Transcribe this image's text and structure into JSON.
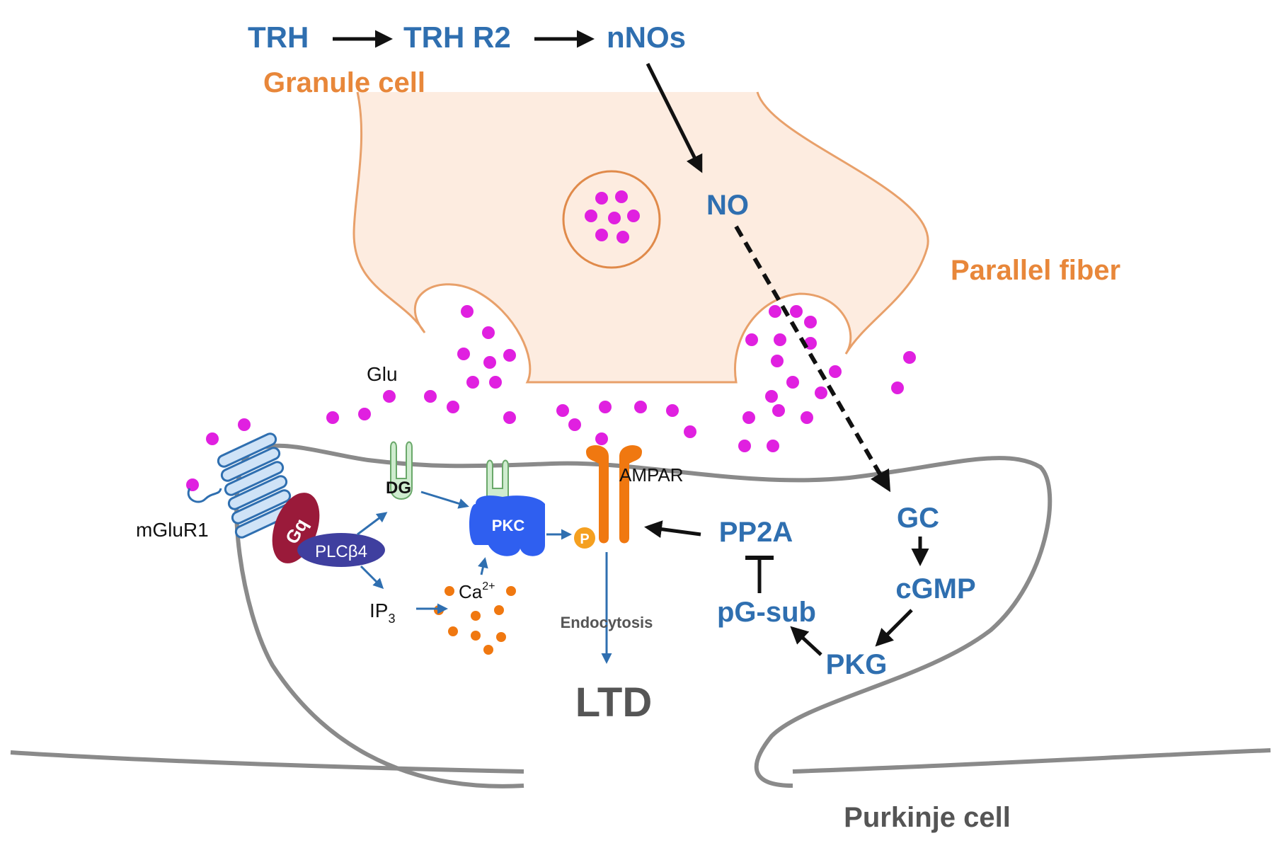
{
  "pathway_top": {
    "trh": "TRH",
    "trh_r2": "TRH R2",
    "nnos": "nNOs",
    "no": "NO"
  },
  "cells": {
    "granule": "Granule cell",
    "parallel_fiber": "Parallel fiber",
    "purkinje": "Purkinje cell"
  },
  "molecules": {
    "glu": "Glu",
    "mglur1": "mGluR1",
    "gq": "Gq",
    "plcb4": "PLCβ4",
    "dg": "DG",
    "pkc": "PKC",
    "ip3_base": "IP",
    "ip3_sub": "3",
    "ca_base": "Ca",
    "ca_sup": "2+",
    "ampar": "AMPAR",
    "phospho": "P",
    "endocytosis": "Endocytosis",
    "ltd": "LTD"
  },
  "pathway_right": {
    "gc": "GC",
    "cgmp": "cGMP",
    "pkg": "PKG",
    "pg_sub": "pG-sub",
    "pp2a": "PP2A"
  },
  "colors": {
    "pathway_blue": "#2f6fb0",
    "cell_orange": "#e8873a",
    "granule_fill": "#fdece0",
    "glutamate_magenta": "#e020e0",
    "membrane_gray": "#8a8a8a",
    "ampar_orange": "#f07810",
    "pkc_blue": "#2f5ff0",
    "plc_purple": "#3f3f9f",
    "gq_maroon": "#9a1a3a",
    "dg_green": "#cfeccf"
  }
}
